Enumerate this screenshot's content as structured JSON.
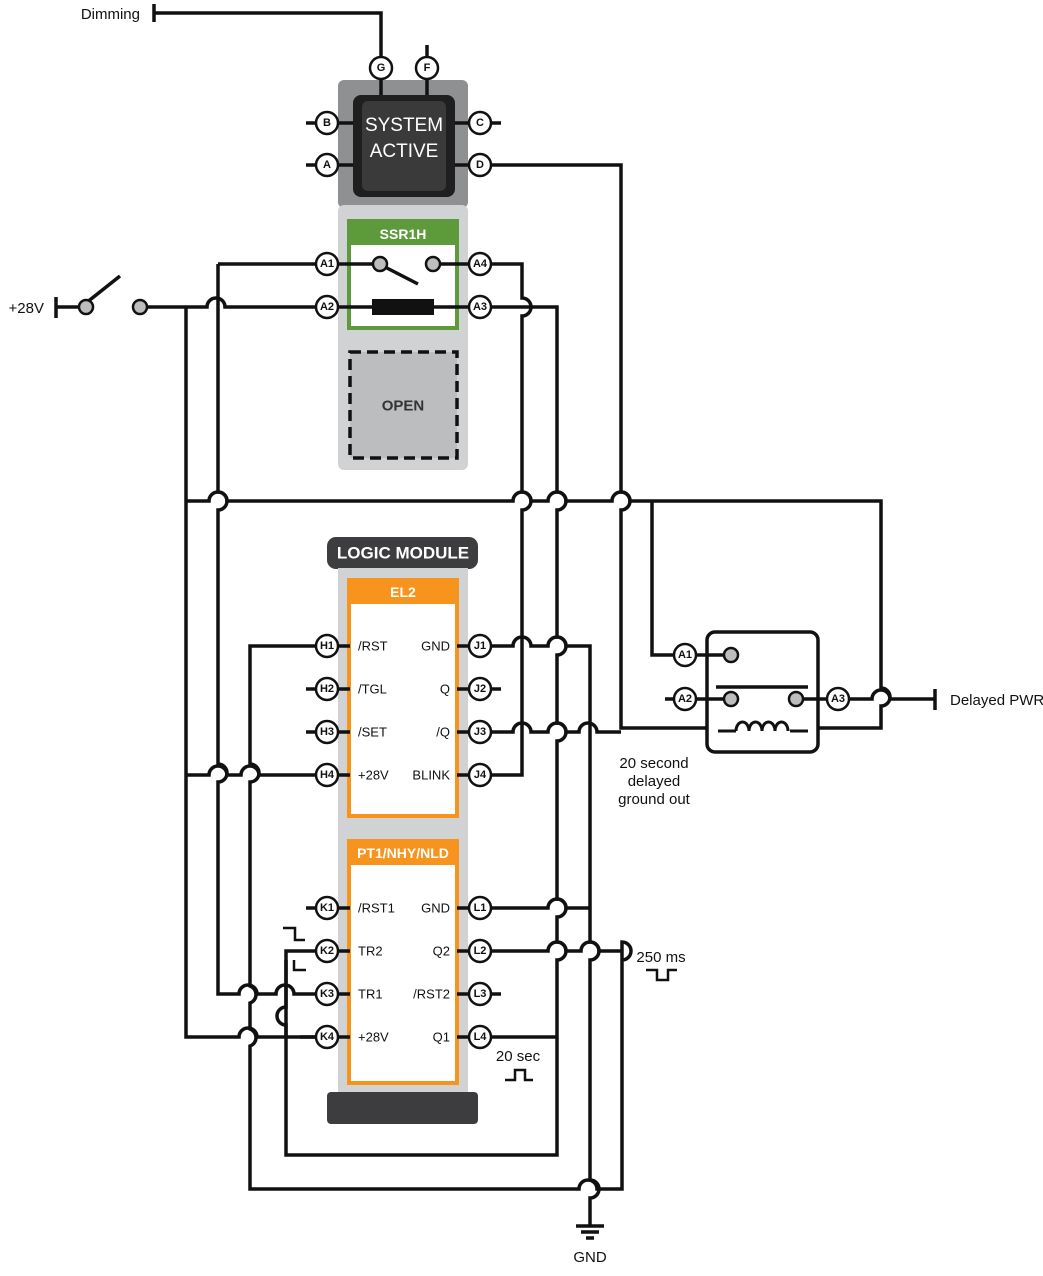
{
  "labels": {
    "dimming": "Dimming",
    "plus28v": "+28V",
    "delayed_pwr": "Delayed PWR",
    "delay_note": [
      "20 second",
      "delayed",
      "ground out"
    ],
    "pulse_250": "250 ms",
    "pulse_20": "20 sec",
    "gnd": "GND"
  },
  "switch_module": {
    "line1": "SYSTEM",
    "line2": "ACTIVE",
    "terminals": [
      "G",
      "F",
      "B",
      "A",
      "C",
      "D"
    ]
  },
  "ssr": {
    "title": "SSR1H",
    "terminals": [
      "A1",
      "A2",
      "A4",
      "A3"
    ],
    "open_label": "OPEN"
  },
  "logic_module": {
    "title": "LOGIC MODULE",
    "el2": {
      "title": "EL2",
      "left_pins": [
        {
          "terminal": "H1",
          "name": "/RST"
        },
        {
          "terminal": "H2",
          "name": "/TGL"
        },
        {
          "terminal": "H3",
          "name": "/SET"
        },
        {
          "terminal": "H4",
          "name": "+28V"
        }
      ],
      "right_pins": [
        {
          "terminal": "J1",
          "name": "GND"
        },
        {
          "terminal": "J2",
          "name": "Q"
        },
        {
          "terminal": "J3",
          "name": "/Q"
        },
        {
          "terminal": "J4",
          "name": "BLINK"
        }
      ]
    },
    "pt1": {
      "title": "PT1/NHY/NLD",
      "left_pins": [
        {
          "terminal": "K1",
          "name": "/RST1"
        },
        {
          "terminal": "K2",
          "name": "TR2"
        },
        {
          "terminal": "K3",
          "name": "TR1"
        },
        {
          "terminal": "K4",
          "name": "+28V"
        }
      ],
      "right_pins": [
        {
          "terminal": "L1",
          "name": "GND"
        },
        {
          "terminal": "L2",
          "name": "Q2"
        },
        {
          "terminal": "L3",
          "name": "/RST2"
        },
        {
          "terminal": "L4",
          "name": "Q1"
        }
      ]
    }
  },
  "relay": {
    "terminals": [
      "A1",
      "A2",
      "A3"
    ]
  },
  "colors": {
    "ssr_green": "#5c9a3c",
    "el2_orange": "#f7941d",
    "module_gray": "#d1d2d4",
    "dark": "#3d3d3f"
  }
}
